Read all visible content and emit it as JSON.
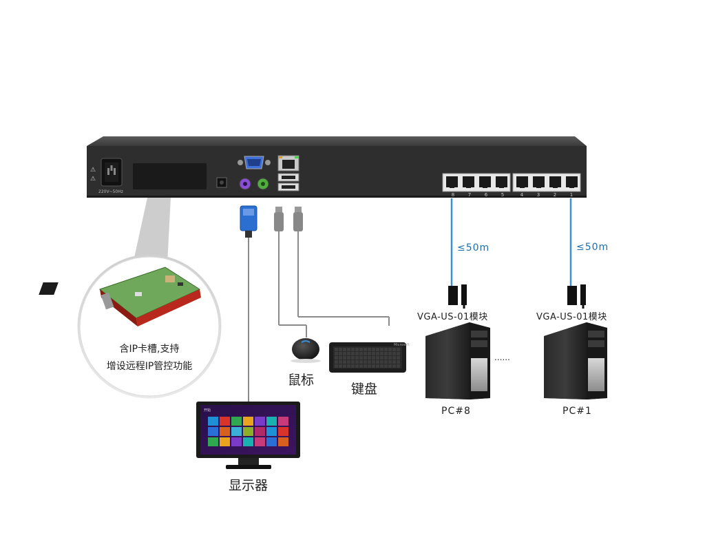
{
  "kvm": {
    "power_label": "220V~50Hz",
    "port_numbers": [
      "8",
      "7",
      "6",
      "5",
      "4",
      "3",
      "2",
      "1"
    ]
  },
  "callout": {
    "line1": "含IP卡槽,支持",
    "line2": "增设远程IP管控功能"
  },
  "peripherals": {
    "mouse": "鼠标",
    "keyboard": "键盘",
    "monitor": "显示器",
    "keyboard_brand": "Microsoft",
    "monitor_start": "开始"
  },
  "links": [
    {
      "distance": "≤50m",
      "module": "VGA-US-01模块",
      "pc": "PC#8"
    },
    {
      "distance": "≤50m",
      "module": "VGA-US-01模块",
      "pc": "PC#1"
    }
  ],
  "ellipsis": "......",
  "colors": {
    "chassis": "#2e2e2e",
    "cable": "#3a8fd6",
    "vga_blue": "#2b6fd1",
    "gray_line": "#8a8a8a"
  }
}
